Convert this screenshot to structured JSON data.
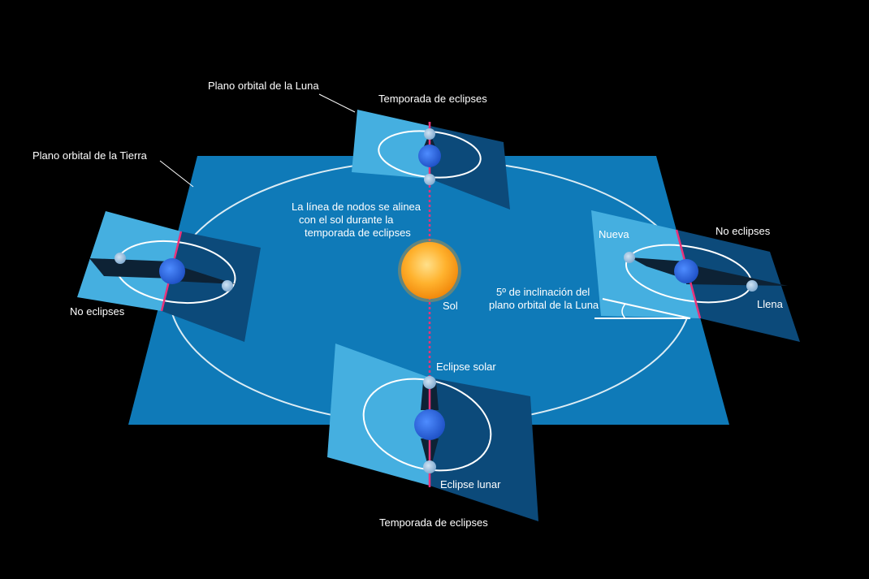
{
  "labels": {
    "moon_plane": "Plano orbital de la Luna",
    "earth_plane": "Plano orbital de la Tierra",
    "season_top": "Temporada de eclipses",
    "season_bottom": "Temporada de eclipses",
    "nodes_line_1": "La línea de nodos se alinea",
    "nodes_line_2": "con el sol durante la",
    "nodes_line_3": "temporada de eclipses",
    "sun": "Sol",
    "no_eclipse_left": "No eclipses",
    "no_eclipse_right": "No eclipses",
    "new_moon": "Nueva",
    "full_moon": "Llena",
    "tilt_1": "5º de inclinación del",
    "tilt_2": "plano orbital de la Luna",
    "solar_eclipse": "Eclipse solar",
    "lunar_eclipse": "Eclipse lunar"
  },
  "colors": {
    "background": "#000000",
    "earth_plane": "#0f7ab8",
    "moon_plane_front": "#45afe0",
    "moon_plane_back": "#0c4a7a",
    "orbit": "#dcecf4",
    "node_line": "#e8337a",
    "earth": "#2f6fe8",
    "moon": "#a9cbe8",
    "sun": "#ffa21a"
  },
  "icons": {
    "sun": "sun-icon",
    "earth": "earth-icon",
    "moon": "moon-icon"
  }
}
